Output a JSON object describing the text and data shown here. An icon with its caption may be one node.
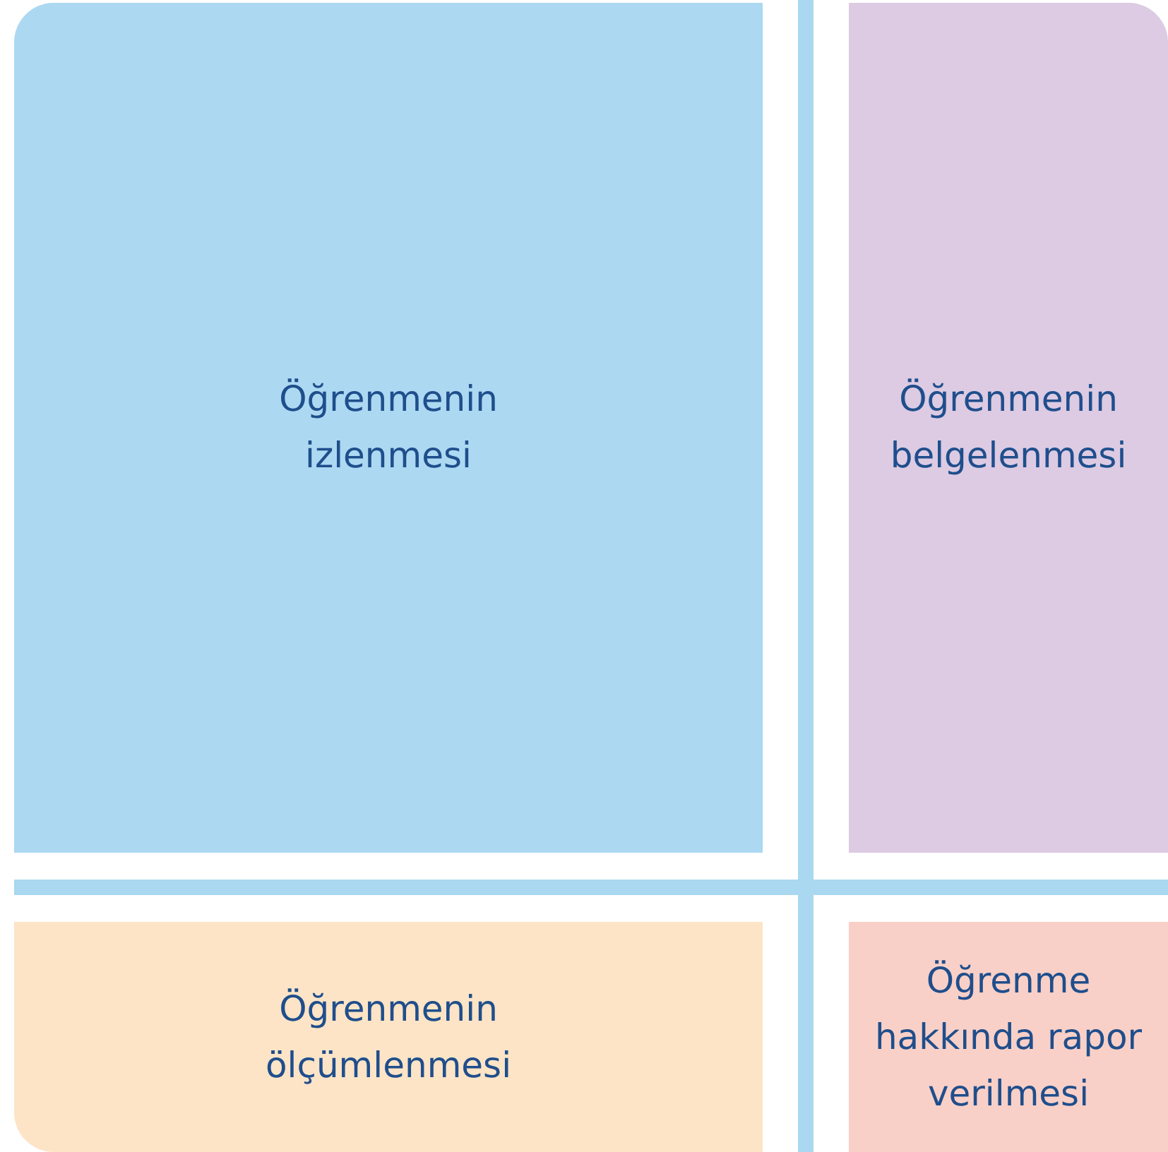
{
  "diagram": {
    "nodes": [
      {
        "text": [
          "Öğrenmenin izlenmesi"
        ]
      },
      {
        "text": [
          "Öğrenmenin belgelenmesi"
        ]
      },
      {
        "text": [
          "Öğrenmenin ölçümlenmesi"
        ]
      },
      {
        "text": [
          "Öğrenme hakkında rapor verilmesi"
        ]
      }
    ]
  }
}
